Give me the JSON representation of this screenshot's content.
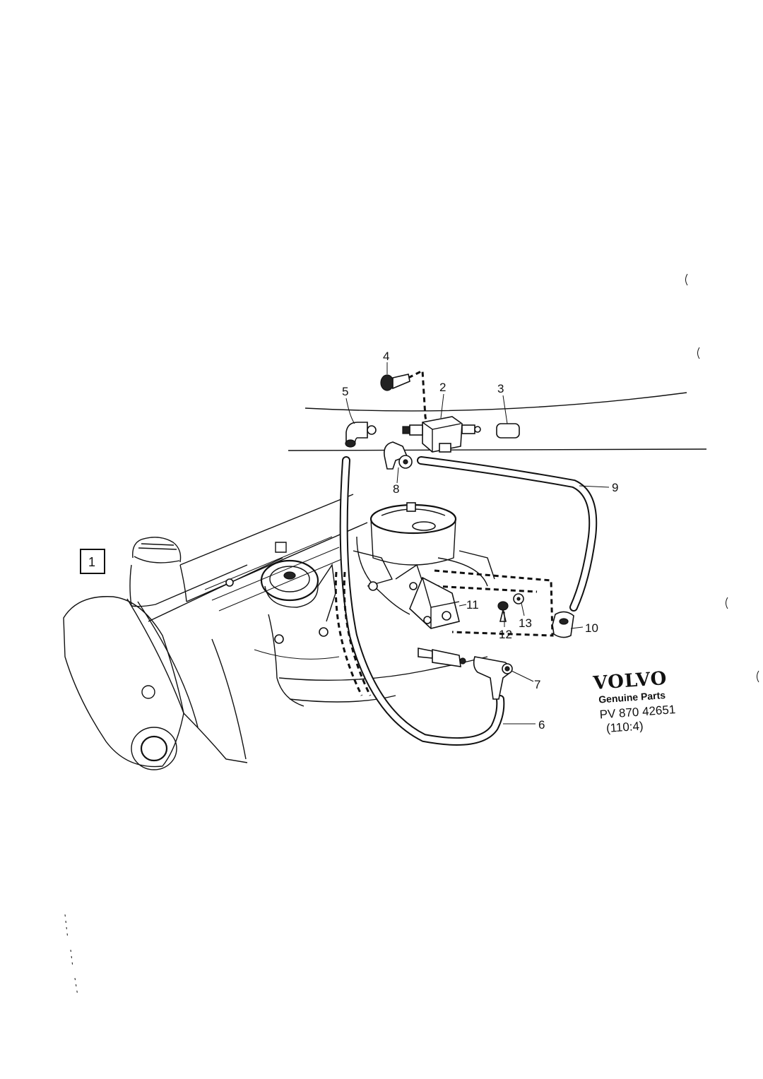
{
  "diagram": {
    "group_label": "1",
    "callouts": [
      "2",
      "3",
      "4",
      "5",
      "6",
      "7",
      "8",
      "9",
      "10",
      "11",
      "12",
      "13"
    ],
    "brand": {
      "name": "VOLVO",
      "subtitle": "Genuine Parts",
      "code": "PV 870 42651",
      "ref": "(110:4)"
    }
  }
}
